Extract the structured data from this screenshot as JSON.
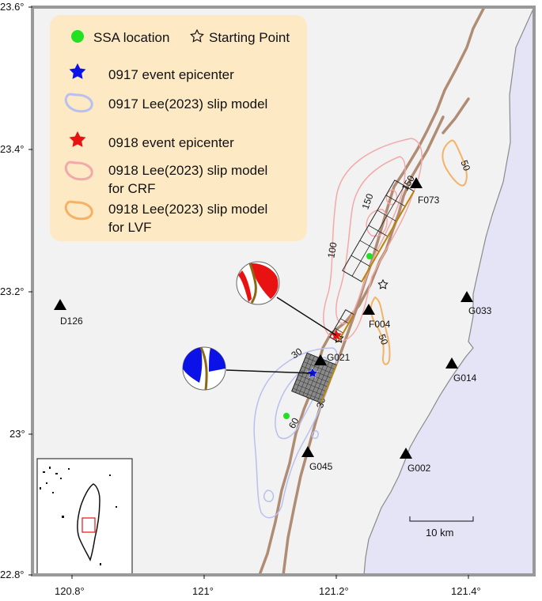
{
  "axes": {
    "lat_labels": [
      "23.6°",
      "23.4°",
      "23.2°",
      "23°",
      "22.8°"
    ],
    "lon_labels": [
      "120.8°",
      "121°",
      "121.2°",
      "121.4°"
    ]
  },
  "legend": {
    "ssa_location": "SSA location",
    "starting_point": "Starting Point",
    "epicenter_0917": "0917 event epicenter",
    "slip_0917": "0917 Lee(2023) slip model",
    "epicenter_0918": "0918 event epicenter",
    "slip_0918_crf_line1": "0918 Lee(2023) slip model",
    "slip_0918_crf_line2": "for CRF",
    "slip_0918_lvf_line1": "0918 Lee(2023) slip model",
    "slip_0918_lvf_line2": "for LVF"
  },
  "stations": {
    "D126": "D126",
    "F073": "F073",
    "F004": "F004",
    "G033": "G033",
    "G021": "G021",
    "G014": "G014",
    "G045": "G045",
    "G002": "G002"
  },
  "contours": {
    "c150a": "150",
    "c150b": "150",
    "c100": "100",
    "c50a": "50",
    "c50b": "50",
    "c30a": "30",
    "c30b": "30",
    "c60": "60"
  },
  "scale_bar": {
    "label": "10 km"
  },
  "colors": {
    "land": "#f2f2f2",
    "sea": "#e4e4f6",
    "fault": "#b08c74",
    "legend_bg": "#fde9c4",
    "ssa": "#22e022",
    "epicenter_0917": "#0a12e8",
    "epicenter_0918": "#e81212",
    "slip_0917": "#b9c0f0",
    "slip_crf": "#f3a9a9",
    "slip_lvf": "#f5b266"
  }
}
